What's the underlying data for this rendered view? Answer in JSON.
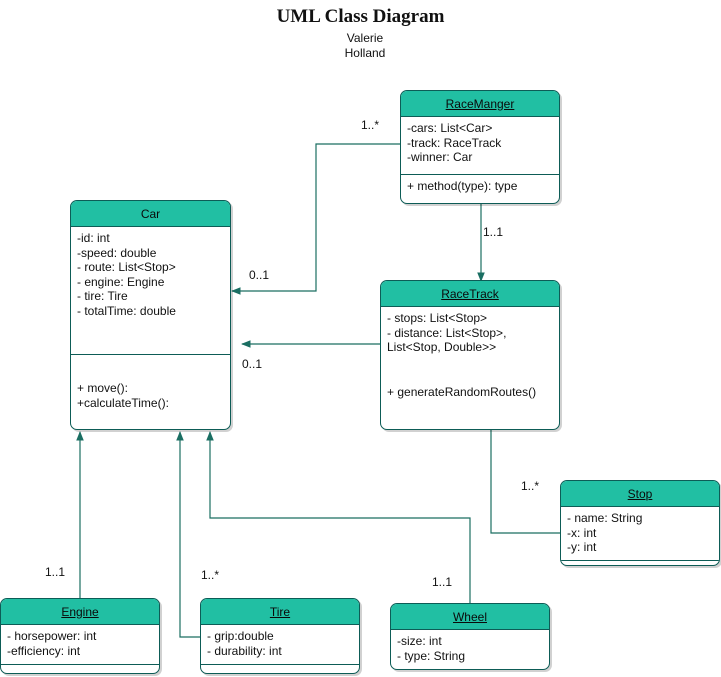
{
  "title": "UML Class Diagram",
  "author": {
    "first": "Valerie",
    "last": "Holland"
  },
  "colors": {
    "header_fill": "#21bfa3",
    "border": "#0d5c56",
    "edge": "#1a6e62"
  },
  "classes": {
    "race_manager": {
      "name": "RaceManger",
      "attributes": [
        "-cars: List<Car>",
        "-track: RaceTrack",
        "-winner: Car"
      ],
      "operations": [
        "+ method(type): type"
      ]
    },
    "car": {
      "name": "Car",
      "attributes": [
        "-id: int",
        "-speed: double",
        "- route: List<Stop>",
        "- engine: Engine",
        "- tire: Tire",
        "- totalTime: double"
      ],
      "operations": [
        "+ move():",
        "+calculateTime():"
      ]
    },
    "race_track": {
      "name": "RaceTrack",
      "attributes": [
        "- stops: List<Stop>",
        "- distance: List<Stop>,",
        "List<Stop, Double>>"
      ],
      "operations": [
        "+ generateRandomRoutes()"
      ]
    },
    "stop": {
      "name": "Stop",
      "attributes": [
        "- name: String",
        "-x: int",
        "-y: int"
      ],
      "operations": []
    },
    "engine": {
      "name": "Engine",
      "attributes": [
        "- horsepower: int",
        "-efficiency: int"
      ],
      "operations": []
    },
    "tire": {
      "name": "Tire",
      "attributes": [
        "- grip:double",
        "- durability: int"
      ],
      "operations": []
    },
    "wheel": {
      "name": "Wheel",
      "attributes": [
        "-size: int",
        "- type: String"
      ],
      "operations": []
    }
  },
  "multiplicities": {
    "manager_cars_1n": "1..*",
    "car_manager_01": "0..1",
    "manager_track_11": "1..1",
    "car_track_01": "0..1",
    "stop_track_1n": "1..*",
    "engine_car_11": "1..1",
    "tire_car_1n": "1..*",
    "wheel_car_11": "1..1"
  }
}
